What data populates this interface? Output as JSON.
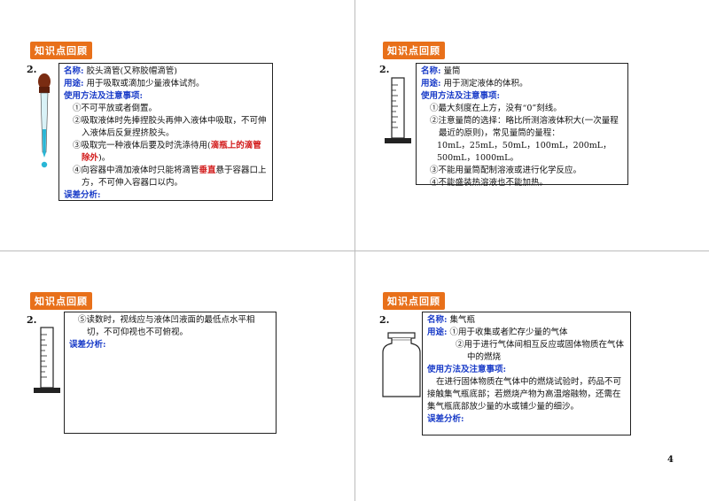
{
  "tag_label": "知识点回顾",
  "page_number": "4",
  "q1": {
    "num": "2.",
    "name_label": "名称:",
    "name_text": "胶头滴管(又称胶帽滴管)",
    "use_label": "用途:",
    "use_text": "用于吸取或滴加少量液体试剂。",
    "method_label": "使用方法及注意事项:",
    "items": [
      "①不可平放或者倒置。",
      "②吸取液体时先捧捏胶头再伸入液体中吸取，不可伸入液体后反复捏挤胶头。",
      "③吸取完一种液体后要及时洗涤待用(",
      "④向容器中滴加液体时只能将滴管",
      "悬于容器口上方，不可伸入容器口以内。"
    ],
    "item3_red": "滴瓶上的滴管除外",
    "item3_end": ")。",
    "item4_red": "垂直",
    "error_label": "误差分析:"
  },
  "q2": {
    "num": "2.",
    "name_label": "名称:",
    "name_text": "量筒",
    "use_label": "用途:",
    "use_text": "用于测定液体的体积。",
    "method_label": "使用方法及注意事项:",
    "items": [
      "①最大刻度在上方，没有“0”刻线。",
      "②注意量筒的选择：略比所测溶液体积大(一次量程最近的原则)，常见量筒的量程：",
      "10mL，25mL，50mL，100mL，200mL，",
      "500mL，1000mL。",
      "③不能用量筒配制溶液或进行化学反应。",
      "④不能盛装热溶液也不能加热。"
    ]
  },
  "q3": {
    "num": "2.",
    "items": [
      "⑤读数时，视线应与液体凹液面的最低点水平相切，不可仰视也不可俯视。"
    ],
    "error_label": "误差分析:"
  },
  "q4": {
    "num": "2.",
    "name_label": "名称:",
    "name_text": "集气瓶",
    "use_label": "用途:",
    "use_items": [
      "①用于收集或者贮存少量的气体",
      "②用于进行气体间相互反应或固体物质在气体中的燃烧"
    ],
    "method_label": "使用方法及注意事项:",
    "method_text": "在进行固体物质在气体中的燃烧试验时，药品不可接触集气瓶底部；若燃烧产物为高温熔融物，还需在集气瓶底部放少量的水或铺少量的细沙。",
    "error_label": "误差分析:"
  }
}
